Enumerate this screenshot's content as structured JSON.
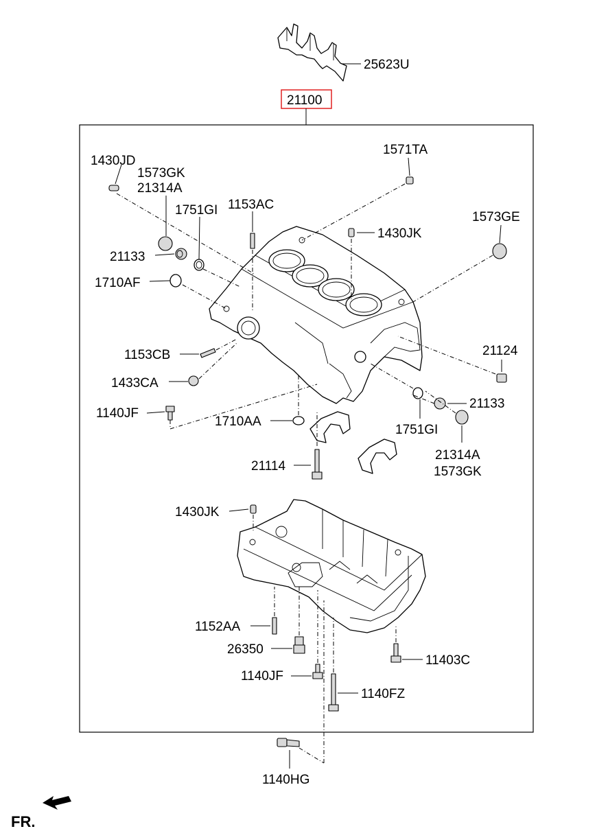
{
  "diagram": {
    "highlight_color": "#e02020",
    "labels": {
      "gasket_top": "25623U",
      "main_assy": "21100",
      "l_1430JD": "1430JD",
      "l_1573GK_a": "1573GK",
      "l_21314A_a": "21314A",
      "l_1751GI_a": "1751GI",
      "l_1153AC": "1153AC",
      "l_1571TA": "1571TA",
      "l_1430JK_a": "1430JK",
      "l_1573GE": "1573GE",
      "l_21133_a": "21133",
      "l_1710AF": "1710AF",
      "l_1153CB": "1153CB",
      "l_1433CA": "1433CA",
      "l_1140JF_a": "1140JF",
      "l_1710AA": "1710AA",
      "l_21124": "21124",
      "l_21133_b": "21133",
      "l_1751GI_b": "1751GI",
      "l_21314A_b": "21314A",
      "l_1573GK_b": "1573GK",
      "l_21114": "21114",
      "l_1430JK_b": "1430JK",
      "l_1152AA": "1152AA",
      "l_26350": "26350",
      "l_11403C": "11403C",
      "l_1140JF_b": "1140JF",
      "l_1140FZ": "1140FZ",
      "l_1140HG": "1140HG",
      "front": "FR."
    }
  }
}
